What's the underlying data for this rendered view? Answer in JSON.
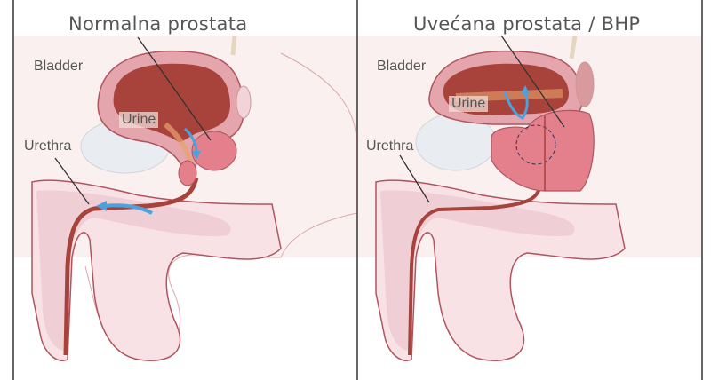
{
  "panels": [
    {
      "title": "Normalna prostata",
      "labels": {
        "bladder": "Bladder",
        "urine": "Urine",
        "urethra": "Urethra"
      },
      "state": "normal",
      "arrows": [
        "urine-flow-down",
        "urine-flow-urethra"
      ]
    },
    {
      "title": "Uvećana prostata / BHP",
      "labels": {
        "bladder": "Bladder",
        "urine": "Urine",
        "urethra": "Urethra"
      },
      "state": "enlarged",
      "arrows": [
        "urine-flow-blocked"
      ]
    }
  ],
  "colors": {
    "tissue_light": "#f6dde0",
    "tissue_mid": "#eab3ba",
    "outline": "#b0545e",
    "bladder_inner": "#a8433c",
    "prostate": "#e47f8c",
    "arrow": "#4aa3df",
    "border": "#666666"
  }
}
